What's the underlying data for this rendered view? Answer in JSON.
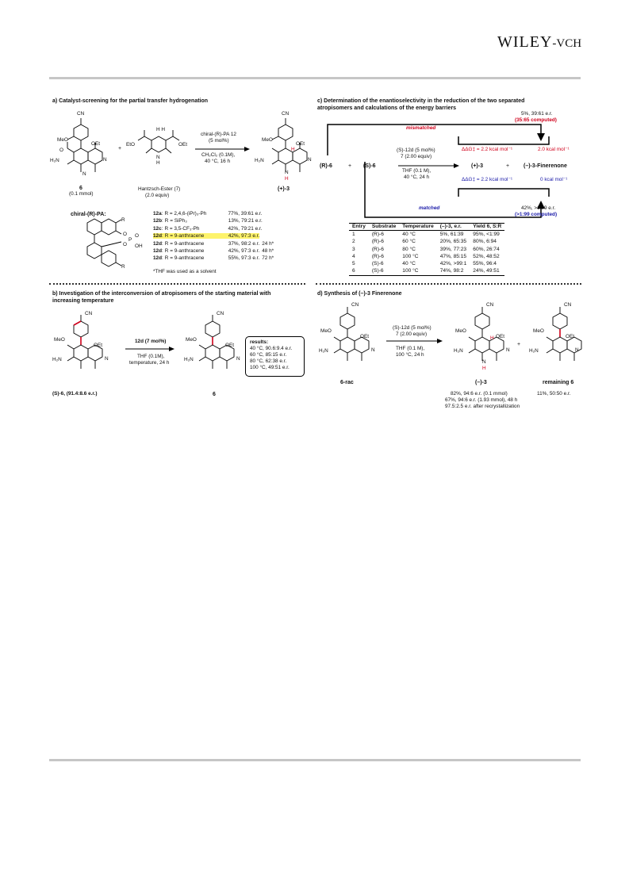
{
  "header": {
    "logo_main": "WILEY",
    "logo_sub": "-VCH"
  },
  "panel_a": {
    "title": "a) Catalyst-screening for the partial transfer hydrogenation",
    "reagent1": "chiral-(R)-PA 12",
    "reagent2": "(5 mol%)",
    "cond1": "CH₂Cl₂ (0.1M),",
    "cond2": "40 °C, 16 h",
    "sm_label": "6",
    "sm_amount": "(0.1 mmol)",
    "hantzsch_label": "Hantzsch-Ester (7)",
    "hantzsch_equiv": "(2.0 equiv)",
    "product_label": "(+)-3",
    "catalyst_label": "chiral-(R)-PA:",
    "catalysts": [
      {
        "id": "12a",
        "r": "R = 2,4,6-(iPr)₃-Ph",
        "res": "77%, 39:61 e.r.",
        "note": "",
        "hl": false
      },
      {
        "id": "12b",
        "r": "R = SiPh₃",
        "res": "13%, 79:21 e.r.",
        "note": "",
        "hl": false
      },
      {
        "id": "12c",
        "r": "R = 3,5-CF₃-Ph",
        "res": "42%, 79:21 e.r.",
        "note": "",
        "hl": false
      },
      {
        "id": "12d",
        "r": "R = 9-anthracene",
        "res": "42%, 97:3 e.r.",
        "note": "",
        "hl": true
      },
      {
        "id": "12d",
        "r": "R = 9-anthracene",
        "res": "37%, 98:2 e.r.",
        "note": "24 h*",
        "hl": false
      },
      {
        "id": "12d",
        "r": "R = 9-anthracene",
        "res": "42%, 97:3 e.r.",
        "note": "48 h*",
        "hl": false
      },
      {
        "id": "12d",
        "r": "R = 9-anthracene",
        "res": "55%, 97:3 e.r.",
        "note": "72 h*",
        "hl": false
      }
    ],
    "footnote": "*THF was used as a solvent"
  },
  "panel_b": {
    "title1": "b) Investigation of the interconversion of atropisomers of the starting material with",
    "title2": "increasing temperature",
    "reagent": "12d (7 mol%)",
    "cond1": "THF (0.1M),",
    "cond2": "temperature, 24 h",
    "sm_label": "(S)-6, (91.4:8.6 e.r.)",
    "product_label": "6",
    "results_title": "results:",
    "results": [
      "40 °C, 90.6:9.4 e.r.",
      "60 °C, 85:15 e.r.",
      "80 °C, 62:38 e.r.",
      "100 °C, 49:51 e.r."
    ]
  },
  "panel_c": {
    "title1": "c) Determination of the enantioselectivity in the reduction of the two separated",
    "title2": "atropisomers and calculations of the energy barriers",
    "mismatched_result": "5%, 39:61 e.r.",
    "mismatched_computed": "(35:65 computed)",
    "mismatched": "mismatched",
    "r6": "(R)-6",
    "plus": "+",
    "s6": "(S)-6",
    "reagent1": "(S)-12d (5 mol%)",
    "reagent2": "7 (2.00 equiv)",
    "cond1": "THF (0.1 M),",
    "cond2": "40 °C, 24 h",
    "prod1": "(+)-3",
    "prod2": "(–)-3-Finerenone",
    "dg_red": "ΔΔG‡ = 2.2 kcal mol⁻¹",
    "e_red": "2.0 kcal mol⁻¹",
    "dg_blue": "ΔΔG‡ = 2.2 kcal mol⁻¹",
    "e_blue": "0 kcal mol⁻¹",
    "matched": "matched",
    "matched_result": "42%, >1:99 e.r.",
    "matched_computed": "(>1:99 computed)",
    "table": {
      "headers": [
        "Entry",
        "Substrate",
        "Temperature",
        "(–)-3, e.r.",
        "Yield 6, S:R"
      ],
      "rows": [
        [
          "1",
          "(R)-6",
          "40 °C",
          "5%, 61:39",
          "95%, <1:99"
        ],
        [
          "2",
          "(R)-6",
          "60 °C",
          "20%, 65:35",
          "80%, 6:94"
        ],
        [
          "3",
          "(R)-6",
          "80 °C",
          "39%, 77:23",
          "60%, 26:74"
        ],
        [
          "4",
          "(R)-6",
          "100 °C",
          "47%, 85:15",
          "52%, 48:52"
        ],
        [
          "5",
          "(S)-6",
          "40 °C",
          "42%, >99:1",
          "55%, 96:4"
        ],
        [
          "6",
          "(S)-6",
          "100 °C",
          "74%, 98:2",
          "24%, 49:51"
        ]
      ]
    }
  },
  "panel_d": {
    "title": "d) Synthesis of (–)-3 Finerenone",
    "reagent1": "(S)-12d (5 mol%)",
    "reagent2": "7 (2.00 equiv)",
    "cond1": "THF (0.1 M),",
    "cond2": "100 °C, 24 h",
    "sm_label": "6-rac",
    "product_label": "(–)-3",
    "plus": "+",
    "remaining_label": "remaining 6",
    "result1": "82%, 94:6 e.r. (0.1 mmol)",
    "result2": "67%, 94:6 e.r. (1.93 mmol), 48 h",
    "result3": "97.5:2.5 e.r. after recrystallization",
    "remaining_result": "11%, 50:50 e.r."
  },
  "labels": {
    "cn": "CN",
    "meo": "MeO",
    "oet": "OEt",
    "h2n": "H₂N",
    "o": "O",
    "n": "N",
    "h": "H",
    "eto": "EtO",
    "hh": "H  H",
    "r": "R",
    "p": "P",
    "oh": "OH"
  }
}
